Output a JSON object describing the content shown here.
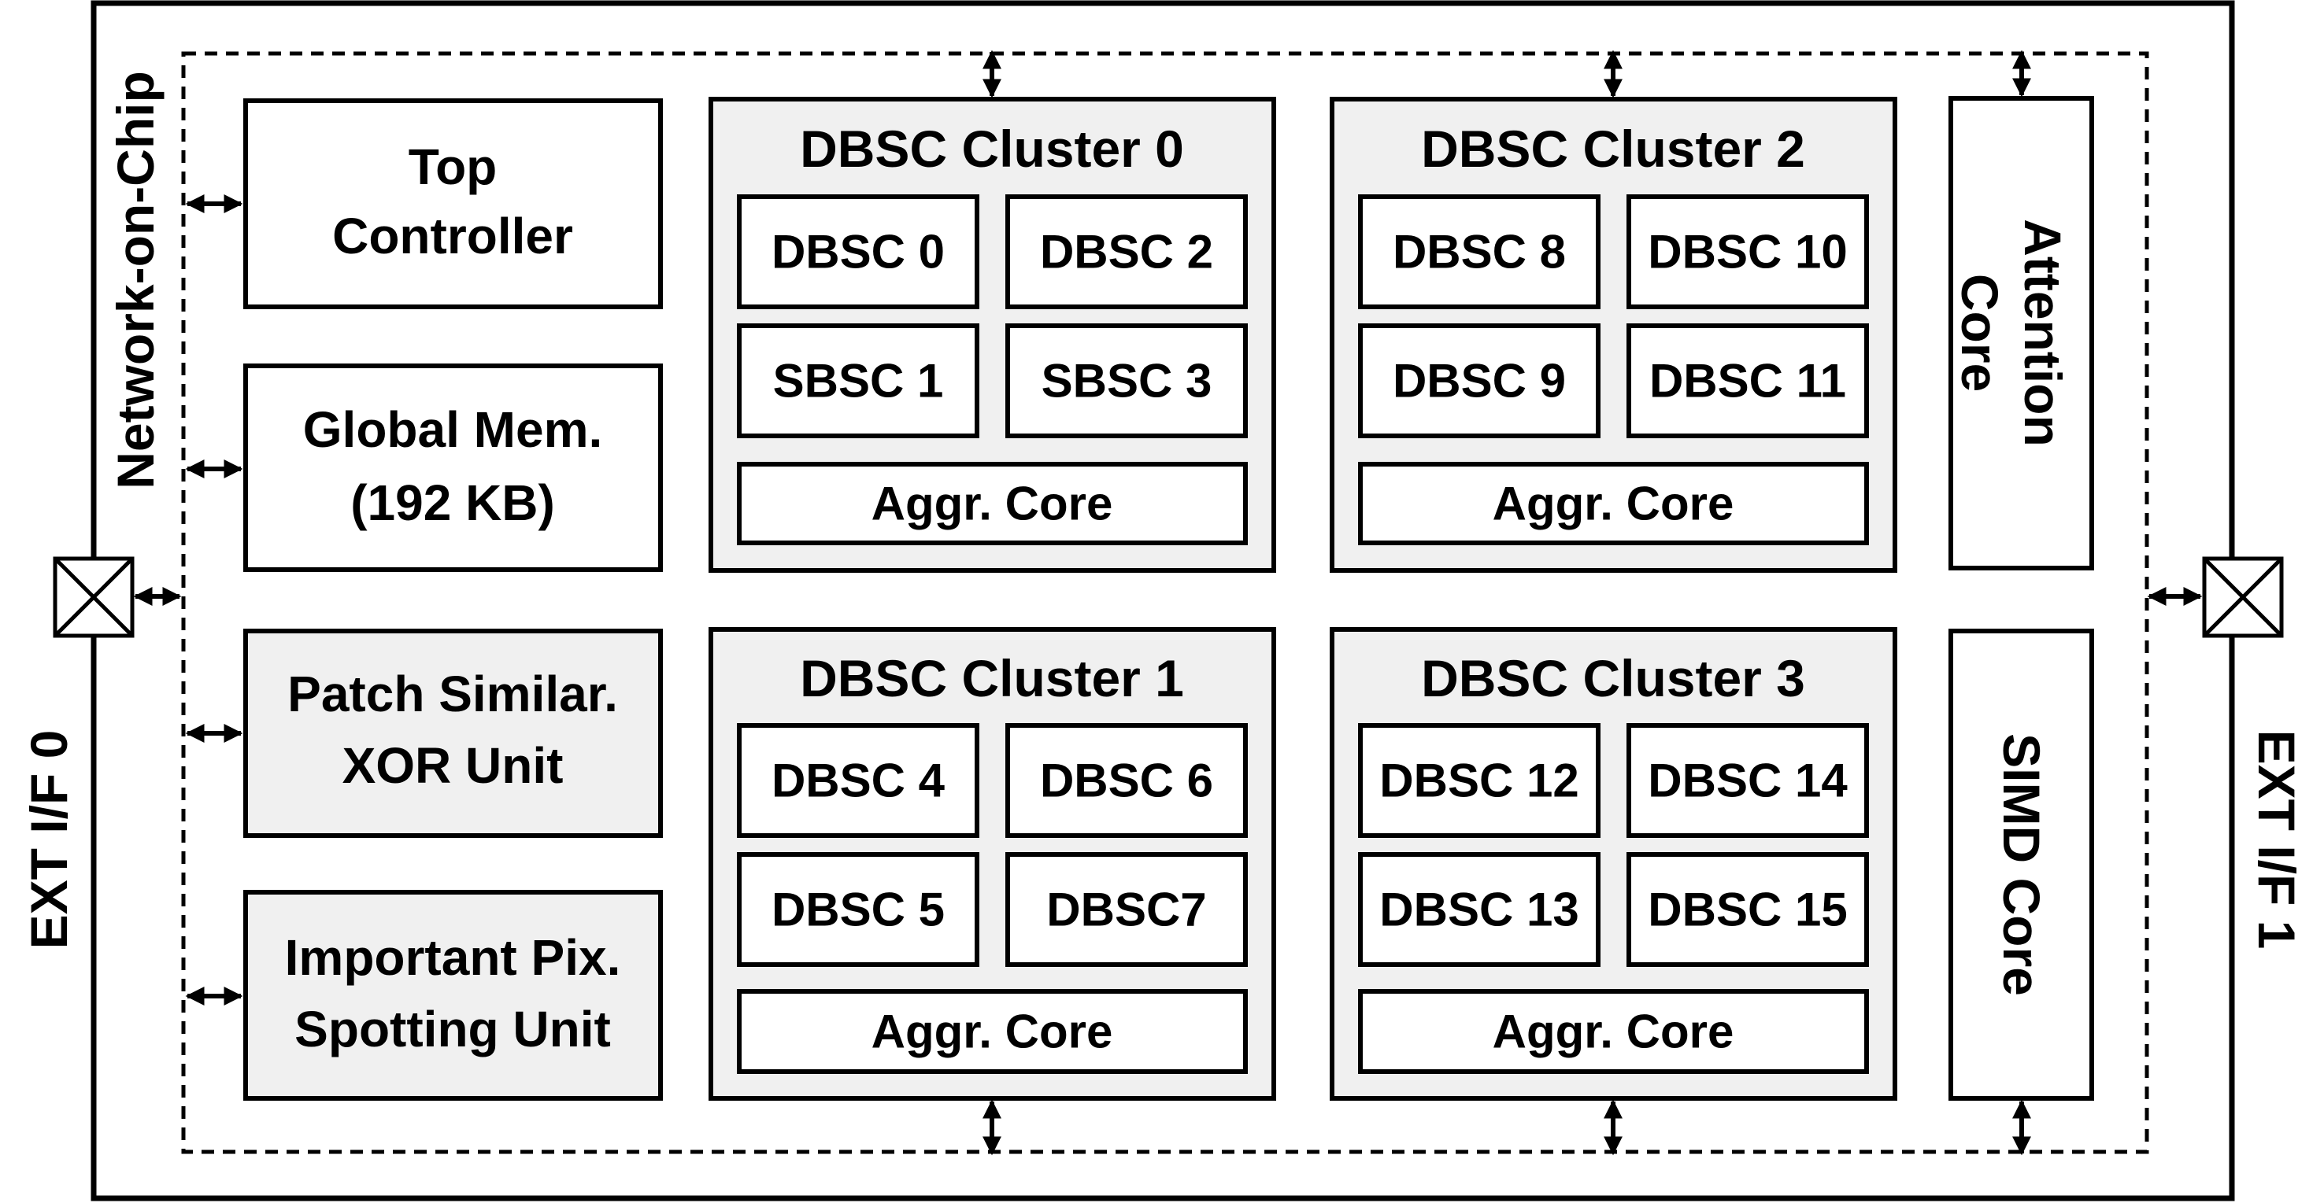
{
  "diagram": {
    "noc_label": "Network-on-Chip",
    "ext_if_0": "EXT I/F 0",
    "ext_if_1": "EXT I/F 1",
    "left_units": {
      "top_controller": [
        "Top",
        "Controller"
      ],
      "global_mem": [
        "Global Mem.",
        "(192 KB)"
      ],
      "patch_unit": [
        "Patch Similar.",
        "XOR Unit"
      ],
      "pix_unit": [
        "Important Pix.",
        "Spotting Unit"
      ]
    },
    "clusters": [
      {
        "title": "DBSC Cluster 0",
        "cores": [
          "DBSC 0",
          "DBSC 2",
          "SBSC 1",
          "SBSC 3"
        ],
        "aggr": "Aggr. Core"
      },
      {
        "title": "DBSC Cluster 2",
        "cores": [
          "DBSC 8",
          "DBSC 10",
          "DBSC 9",
          "DBSC 11"
        ],
        "aggr": "Aggr. Core"
      },
      {
        "title": "DBSC Cluster 1",
        "cores": [
          "DBSC 4",
          "DBSC 6",
          "DBSC 5",
          "DBSC7"
        ],
        "aggr": "Aggr. Core"
      },
      {
        "title": "DBSC Cluster 3",
        "cores": [
          "DBSC 12",
          "DBSC 14",
          "DBSC 13",
          "DBSC 15"
        ],
        "aggr": "Aggr. Core"
      }
    ],
    "attention_core": "Attention Core",
    "attention_core_lines": [
      "Attention",
      "Core"
    ],
    "simd_core": "SIMD Core"
  }
}
